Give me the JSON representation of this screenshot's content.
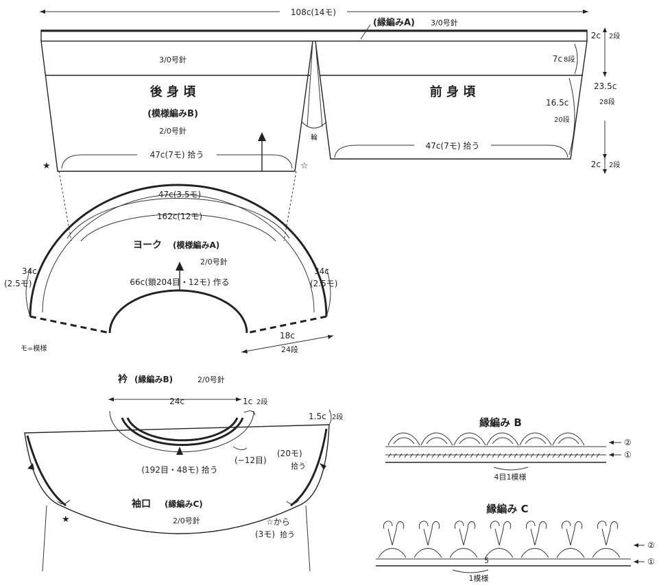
{
  "top_width": "108c(14モ)",
  "edging_a": {
    "title": "(縁編みA)",
    "needle": "3/0号針"
  },
  "back_top_needle": "3/0号針",
  "back_body": {
    "title": "後 身 頃",
    "pattern": "(模様編みB)",
    "needle": "2/0号針",
    "pickup": "47c(7モ) 拾う"
  },
  "front_body": {
    "title": "前 身 頃",
    "pickup": "47c(7モ) 拾う"
  },
  "side_label": "輪",
  "right_dims": {
    "top_c": "2c",
    "top_rows": "2段",
    "a_c": "7c",
    "a_rows": "8段",
    "total_c": "23.5c",
    "total_rows": "28段",
    "b_c": "16.5c",
    "b_rows": "20段",
    "bot_c": "2c",
    "bot_rows": "2段"
  },
  "yoke": {
    "outer": "47c(3.5モ)",
    "inner": "162c(12モ)",
    "title": "ヨーク",
    "pattern": "(模様編みA)",
    "needle": "2/0号針",
    "cast_on": "66c(鎖204目・12モ) 作る",
    "left_side": "34c",
    "left_side_m": "(2.5モ)",
    "right_side": "34c",
    "right_side_m": "(2.5モ)",
    "depth": "18c",
    "depth_rows": "24段"
  },
  "legend": "モ=模様",
  "collar": {
    "title": "衿",
    "pattern": "(縁編みB)",
    "needle": "2/0号針",
    "width": "24c",
    "height": "1c",
    "height_rows": "2段",
    "minus": "(−12目)",
    "pickup": "(192目・48モ) 拾う"
  },
  "cuff": {
    "title": "袖口",
    "pattern": "(縁編みC)",
    "needle": "2/0号針",
    "height": "1.5c",
    "height_rows": "2段",
    "count": "(20モ)",
    "pickup": "拾う",
    "from": "☆から",
    "count2": "(3モ)",
    "pickup2": "拾う"
  },
  "edging_b": {
    "title": "縁編み B",
    "repeat": "4目1模様",
    "row1": "①",
    "row2": "②"
  },
  "edging_c": {
    "title": "縁編み C",
    "repeat": "1模様",
    "num5": "5",
    "row1": "①",
    "row2": "②"
  },
  "marks": {
    "star": "★",
    "star_open": "☆"
  }
}
